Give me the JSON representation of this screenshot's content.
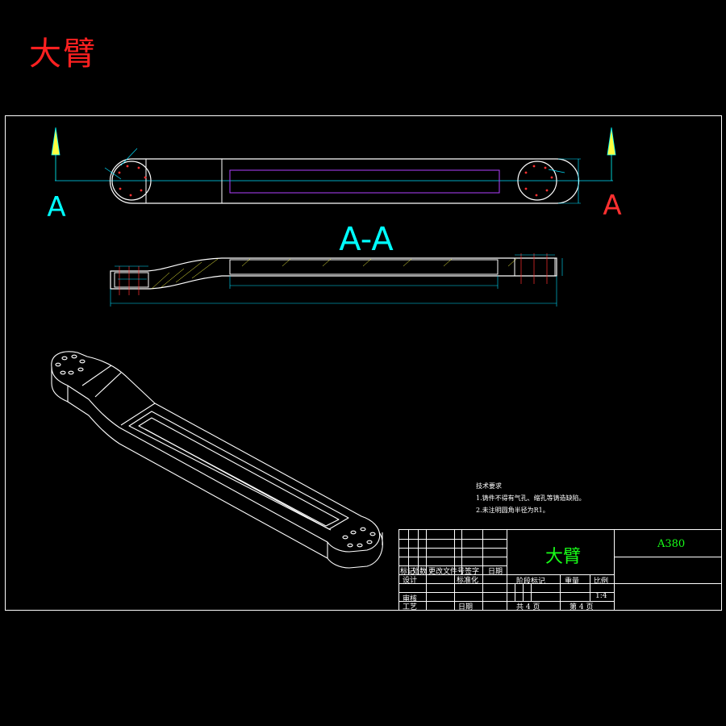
{
  "header": {
    "title": "大臂"
  },
  "views": {
    "section_marker_left": "A",
    "section_marker_right": "A",
    "section_title": "A-A"
  },
  "colors": {
    "background": "#000000",
    "frame": "#ffffff",
    "dimension": "#00ffff",
    "centerline": "#ff3030",
    "hidden_edge": "#b040ff",
    "text_green": "#18ff18",
    "title_red": "#ff2020",
    "arrow_yellow": "#ffff40"
  },
  "technical_notes": {
    "heading": "技术要求",
    "items": [
      "1.铸件不得有气孔、缩孔等铸造缺陷。",
      "2.未注明圆角半径为R1。"
    ]
  },
  "title_block": {
    "part_name": "大臂",
    "drawing_number": "A380",
    "row_labels": [
      "标记",
      "处数",
      "更改文件号",
      "签字",
      "日期"
    ],
    "designer_label": "设计",
    "standardization_label": "标准化",
    "review_label": "审核",
    "process_label": "工艺",
    "date_label": "日期",
    "stage_mark_label": "阶段标记",
    "weight_label": "重量",
    "scale_label": "比例",
    "scale_value": "1:4",
    "sheets_total": "共 4 页",
    "sheet_current": "第 4 页"
  }
}
